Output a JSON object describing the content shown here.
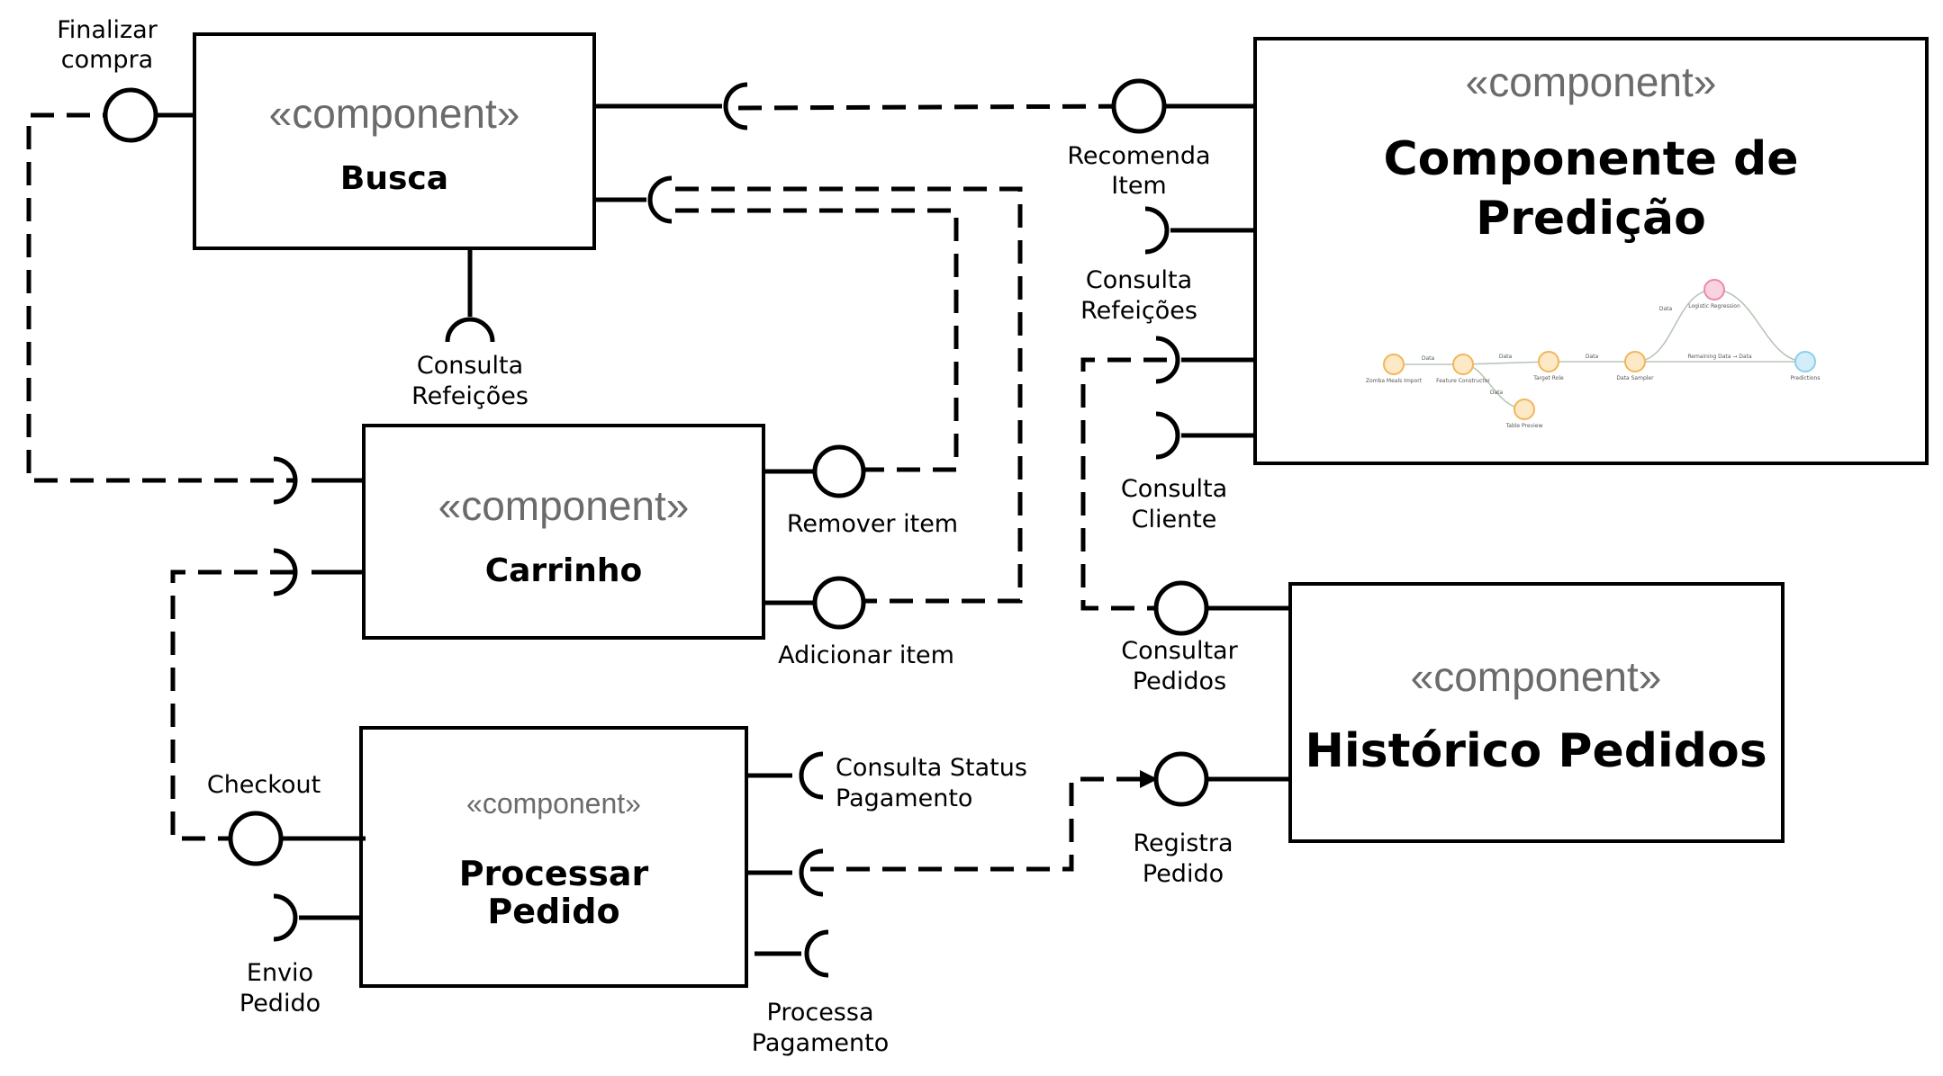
{
  "components": {
    "busca": {
      "stereotype": "«component»",
      "name": "Busca"
    },
    "predicao": {
      "stereotype": "«component»",
      "name_line1": "Componente de",
      "name_line2": "Predição"
    },
    "carrinho": {
      "stereotype": "«component»",
      "name": "Carrinho"
    },
    "processar": {
      "stereotype": "«component»",
      "name_line1": "Processar",
      "name_line2": "Pedido"
    },
    "historico": {
      "stereotype": "«component»",
      "name": "Histórico Pedidos"
    }
  },
  "interfaces": {
    "finalizar_compra": [
      "Finalizar",
      "compra"
    ],
    "consulta_refeicoes_busca": [
      "Consulta",
      "Refeições"
    ],
    "recomenda_item": [
      "Recomenda",
      "Item"
    ],
    "consulta_refeicoes_pred": [
      "Consulta",
      "Refeições"
    ],
    "consulta_cliente": [
      "Consulta",
      "Cliente"
    ],
    "remover_item": [
      "Remover item"
    ],
    "adicionar_item": [
      "Adicionar item"
    ],
    "consultar_pedidos": [
      "Consultar",
      "Pedidos"
    ],
    "checkout": [
      "Checkout"
    ],
    "envio_pedido": [
      "Envio",
      "Pedido"
    ],
    "consulta_status_pagamento": [
      "Consulta Status",
      "Pagamento"
    ],
    "processa_pagamento": [
      "Processa",
      "Pagamento"
    ],
    "registra_pedido": [
      "Registra",
      "Pedido"
    ]
  },
  "workflow": {
    "nodes": [
      {
        "label": "Zomba Meals Import",
        "color": "#f2b55a"
      },
      {
        "label": "Feature Constructor",
        "color": "#f2b55a"
      },
      {
        "label": "Target Role",
        "color": "#f2b55a"
      },
      {
        "label": "Data Sampler",
        "color": "#f2b55a"
      },
      {
        "label": "Logistic Regression",
        "color": "#e88aa8"
      },
      {
        "label": "Predictions",
        "color": "#8ad0e8"
      },
      {
        "label": "Table Preview",
        "color": "#f2b55a"
      }
    ],
    "links": [
      "Data",
      "Data",
      "Data",
      "Data",
      "Data",
      "Remaining Data → Data"
    ]
  }
}
